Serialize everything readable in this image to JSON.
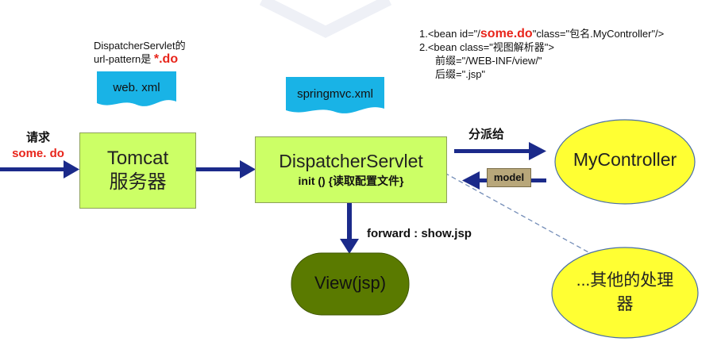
{
  "note_dispatcher": {
    "line1": "DispatcherServlet的",
    "line2_prefix": "url-pattern是",
    "line2_value": "*.do"
  },
  "note_bean": {
    "line1_prefix": "1.<bean id=\"/",
    "line1_value": "some.do",
    "line1_suffix": "\"class=\"包名.MyController\"/>",
    "line2": "2.<bean class=\"视图解析器\">",
    "line3": "前缀=\"/WEB-INF/view/\"",
    "line4": "后缀=\".jsp\""
  },
  "docs": {
    "web_xml": "web. xml",
    "springmvc_xml": "springmvc.xml"
  },
  "request": {
    "line1": "请求",
    "line2": "some. do"
  },
  "tomcat": {
    "title": "Tomcat",
    "subtitle": "服务器"
  },
  "dispatcher": {
    "title": "DispatcherServlet",
    "subtitle": "init () {读取配置文件}"
  },
  "dispatch_label": "分派给",
  "model_label": "model",
  "controller": "MyController",
  "forward_label": "forward : show.jsp",
  "view": "View(jsp)",
  "other": {
    "line1": "...其他的处理",
    "line2": "器"
  },
  "colors": {
    "arrow": "#1b2a8a",
    "box_green": "#ccff66",
    "doc_blue": "#19b3e6",
    "ellipse_yellow": "#ffff33",
    "view_dark": "#5a7a00",
    "model_tan": "#b8a77a",
    "red_text": "#e8251b"
  }
}
